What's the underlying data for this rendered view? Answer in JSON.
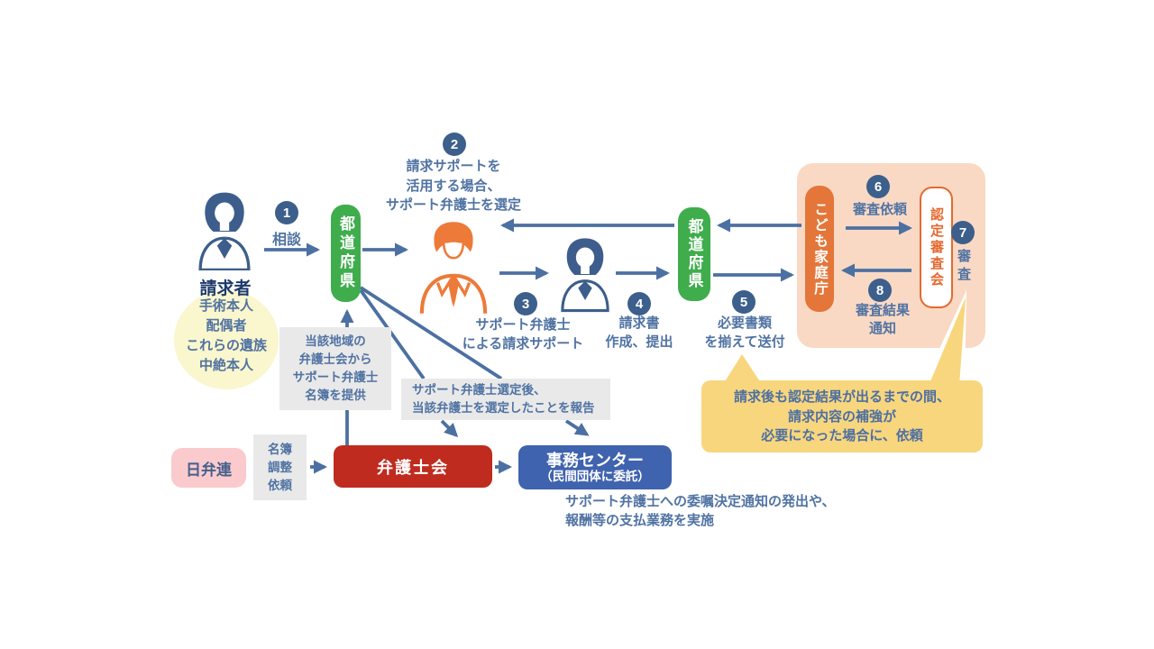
{
  "claimant": {
    "title": "請求者",
    "members": [
      "手術本人",
      "配偶者",
      "これらの遺族",
      "中絶本人"
    ]
  },
  "boxes": {
    "prefecture1": "都道府県",
    "prefecture2": "都道府県",
    "kodomo_agency": "こども家庭庁",
    "certification_board": "認定審査会",
    "nichibenren": "日弁連",
    "bar_association": "弁護士会",
    "admin_center": {
      "title": "事務センター",
      "subtitle": "（民間団体に委託）"
    }
  },
  "steps": {
    "1": {
      "num": "1",
      "label": "相談"
    },
    "2": {
      "num": "2",
      "lines": [
        "請求サポートを",
        "活用する場合、",
        "サポート弁護士を選定"
      ]
    },
    "3": {
      "num": "3",
      "lines": [
        "サポート弁護士",
        "による請求サポート"
      ]
    },
    "4": {
      "num": "4",
      "lines": [
        "請求書",
        "作成、提出"
      ]
    },
    "5": {
      "num": "5",
      "lines": [
        "必要書類",
        "を揃えて送付"
      ]
    },
    "6": {
      "num": "6",
      "label": "審査依頼"
    },
    "7": {
      "num": "7",
      "label": "審査"
    },
    "8": {
      "num": "8",
      "lines": [
        "審査結果",
        "通知"
      ]
    }
  },
  "notes": {
    "roster_provide": [
      "当該地域の",
      "弁護士会から",
      "サポート弁護士",
      "名簿を提供"
    ],
    "selection_report": [
      "サポート弁護士選定後、",
      "当該弁護士を選定したことを報告"
    ],
    "roster_request": [
      "名簿",
      "調整",
      "依頼"
    ],
    "callout": [
      "請求後も認定結果が出るまでの間、",
      "請求内容の補強が",
      "必要になった場合に、依頼"
    ],
    "admin_note": [
      "サポート弁護士への委嘱決定通知の発出や、",
      "報酬等の支払業務を実施"
    ]
  },
  "icons": {
    "claimant": "claimant-person-icon",
    "support_lawyer": "support-lawyer-icon",
    "applicant": "applicant-person-icon"
  },
  "colors": {
    "green_box": "#3FAD4C",
    "orange_box": "#E4763A",
    "orange_accent": "#E4692F",
    "lawyer_orange": "#ED7A38",
    "arrow_blue": "#4C70A2",
    "badge_blue": "#3C5F8C",
    "text_blue": "#5073A3",
    "dark_title": "#1E3A6B",
    "red_box": "#BF2B1E",
    "blue_box": "#3F63AE",
    "pink_box": "#FACACD",
    "peach_panel": "#FAD9C4",
    "yellow_callout": "#F8D67E",
    "pale_yellow": "#FAF6CD",
    "gray_note": "#E9E9E9"
  }
}
